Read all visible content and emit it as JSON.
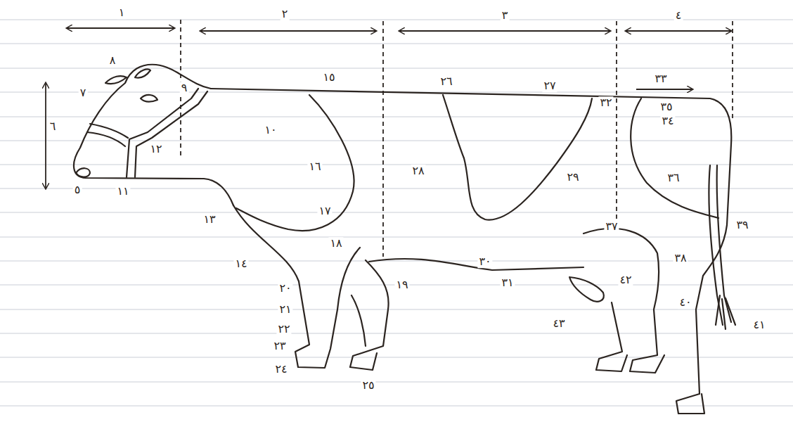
{
  "diagram": {
    "labels": [
      "١",
      "٢",
      "٣",
      "٤",
      "٥",
      "٦",
      "٧",
      "٨",
      "٩",
      "١٠",
      "١١",
      "١٢",
      "١٣",
      "١٤",
      "١٥",
      "١٦",
      "١٧",
      "١٨",
      "١٩",
      "٢٠",
      "٢١",
      "٢٢",
      "٢٣",
      "٢٤",
      "٢٥",
      "٢٦",
      "٢٧",
      "٢٨",
      "٢٩",
      "٣٠",
      "٣١",
      "٣٢",
      "٣٣",
      "٣٤",
      "٣٥",
      "٣٦",
      "٣٧",
      "٣٨",
      "٣٩",
      "٤٠",
      "٤١",
      "٤٢",
      "٤٣"
    ]
  }
}
